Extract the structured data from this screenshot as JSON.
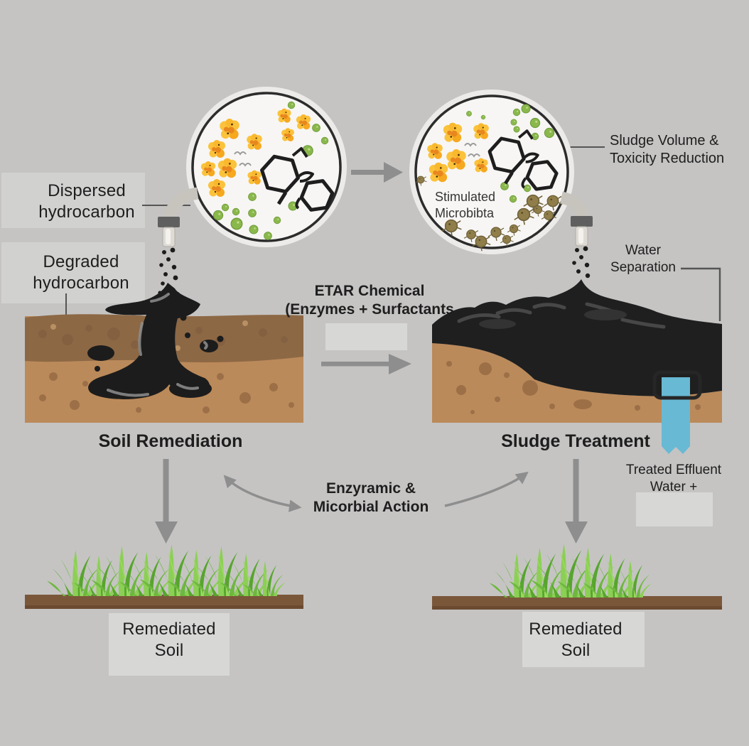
{
  "labels": {
    "dispersed": {
      "line1": "Dispersed",
      "line2": "hydrocarbon"
    },
    "degraded": {
      "line1": "Degraded",
      "line2": "hydrocarbon"
    },
    "sludge_volume": {
      "line1": "Sludge Volume &",
      "line2": "Toxicity Reduction"
    },
    "water_separation": {
      "line1": "Water",
      "line2": "Separation"
    },
    "stimulated_microbiota": {
      "line1": "Stimulated",
      "line2": "Microbibta"
    },
    "etar_chemical": {
      "line1": "ETAR Chemical",
      "line2": "(Enzymes + Surfactants"
    },
    "soil_remediation": "Soil Remediation",
    "sludge_treatment": "Sludge Treatment",
    "enzymatic_action": {
      "line1": "Enzyramic &",
      "line2": "Micorbial Action"
    },
    "treated_effluent": {
      "line1": "Treated Effluent",
      "line2": "Water +"
    },
    "remediated_soil_left": {
      "line1": "Remediated",
      "line2": "Soil"
    },
    "remediated_soil_right": {
      "line1": "Remediated",
      "line2": "Soil"
    }
  },
  "colors": {
    "background": "#c5c4c3",
    "magnifier_fill": "#f7f6f4",
    "outline_dark": "#2c2c2c",
    "hydrocarbon_orange": "#f6a81f",
    "hydrocarbon_yellow": "#fbc23c",
    "microbe_green": "#8ab84d",
    "stimulated_olive": "#8f7d4a",
    "soil_top_layer": "#8d6845",
    "soil_bottom_layer": "#bb8a5a",
    "sludge_black": "#1d1d1d",
    "water_blue": "#68b9d4",
    "grass_green": "#6db83e",
    "soil_strip_brown": "#7b573a",
    "arrow_gray": "#8e8e8e",
    "text": "#1e1e1e"
  },
  "icons": {
    "left_magnifier": "dispersed-hydrocarbon-microscope-view",
    "right_magnifier": "stimulated-microbiota-microscope-view",
    "pipe": "dosing-pipe-nozzle",
    "hex_structure": "hydrocarbon-molecule-hexagons",
    "water_ribbon": "separated-water-outflow",
    "grass": "regrown-grass",
    "arrows": "process-flow-arrows"
  }
}
